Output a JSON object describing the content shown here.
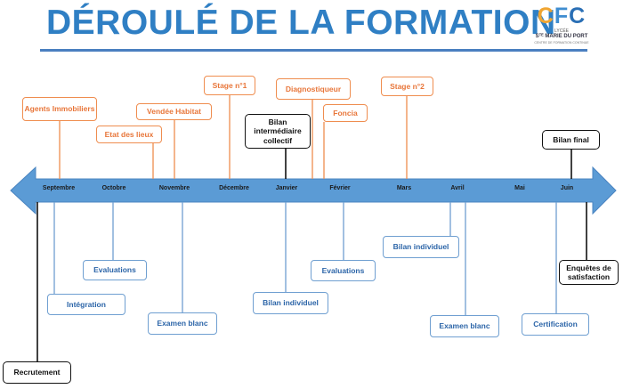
{
  "header": {
    "title": "DÉROULÉ DE LA FORMATION",
    "logo": {
      "letters": [
        "C",
        "F",
        "C"
      ],
      "line1": "LYCÉE",
      "line2": "Sᵀᴱ MARIE DU PORT",
      "line3": "CENTRE DE FORMATION CONTINUE"
    }
  },
  "colors": {
    "title": "#2f7fc4",
    "arrow": "#5b9bd5",
    "orange": "#ef8d4f",
    "blue": "#6f9fd1",
    "black": "#111111"
  },
  "months": [
    "Septembre",
    "Octobre",
    "Novembre",
    "Décembre",
    "Janvier",
    "Février",
    "Mars",
    "Avril",
    "Mai",
    "Juin"
  ],
  "above": {
    "agents": "Agents Immobiliers",
    "etat": "Etat des lieux",
    "vendee": "Vendée Habitat",
    "stage1": "Stage n°1",
    "bilan_inter": "Bilan intermédiaire collectif",
    "diagnostiqueur": "Diagnostiqueur",
    "foncia": "Foncia",
    "stage2": "Stage n°2",
    "bilan_final": "Bilan final"
  },
  "below": {
    "evaluations1": "Evaluations",
    "integration": "Intégration",
    "examen1": "Examen blanc",
    "bilan_ind1": "Bilan individuel",
    "evaluations2": "Evaluations",
    "bilan_ind2": "Bilan individuel",
    "examen2": "Examen blanc",
    "certification": "Certification",
    "enquetes": "Enquêtes de satisfaction",
    "recrutement": "Recrutement"
  }
}
